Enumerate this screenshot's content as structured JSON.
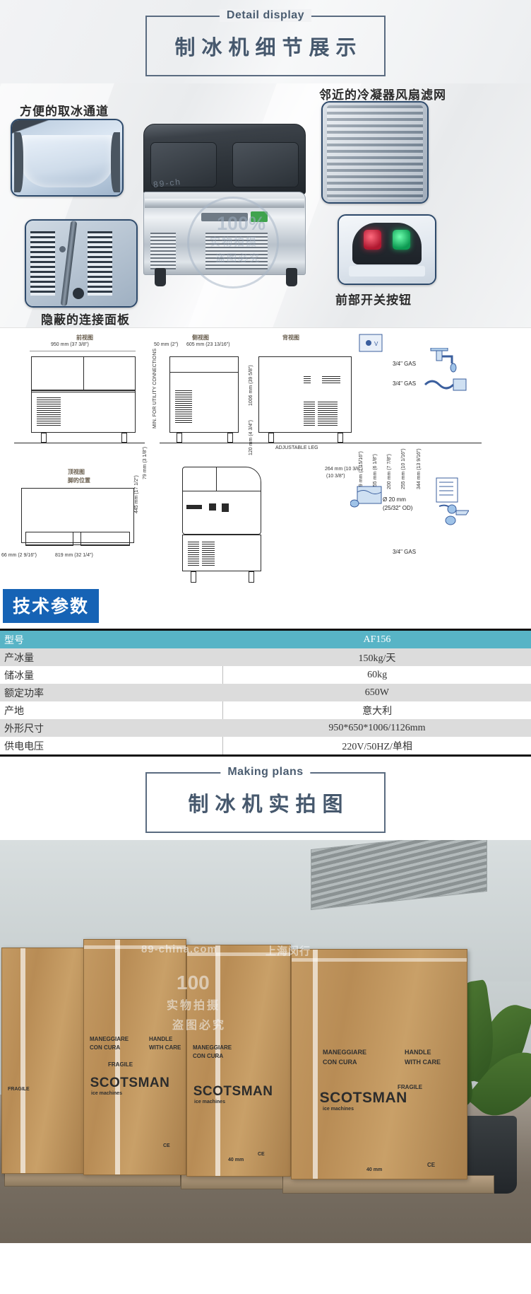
{
  "sections": {
    "detail": {
      "eng_title": "Detail display",
      "cn_title": "制冰机细节展示"
    },
    "making": {
      "eng_title": "Making plans",
      "cn_title": "制冰机实拍图"
    }
  },
  "collage": {
    "captions": {
      "ice_chute": "方便的取冰通道",
      "condenser_filter": "邻近的冷凝器风扇滤网",
      "connection_panel": "隐蔽的连接面板",
      "front_switch": "前部开关按钮"
    },
    "watermark": {
      "number": "100%",
      "line1": "实物拍摄",
      "line2": "盗图必究",
      "arc": "89-ch"
    }
  },
  "drawing": {
    "views": {
      "front": "前视图",
      "side": "侧视图",
      "rear": "背视图",
      "top": "顶视图",
      "top_sub": "脚的位置"
    },
    "dimensions": {
      "front_width": "950 mm (37 3/8\")",
      "side_top": "50 mm (2\")",
      "side_depth": "605 mm (23 13/16\")",
      "rear_height": "1006 mm (39 5/8\")",
      "rear_bottom": "120 mm (4 3/4\")",
      "top_height": "79 mm (3 1/8\")",
      "top_depth": "445 mm (17 1/2\")",
      "top_left": "66 mm (2 9/16\")",
      "top_width": "819 mm (32 1/4\")",
      "drain_center": "264 mm (10 3/8\")",
      "d1": "49 mm (1 15/16\")",
      "d2": "155 mm (6 1/8\")",
      "d3": "200 mm (7 7/8\")",
      "d4": "255 mm (10 1/16\")",
      "d5": "344 mm (13 9/16\")"
    },
    "labels": {
      "utility": "MIN. FOR UTILITY CONNECTIONS",
      "adjustable_leg": "ADJUSTABLE LEG",
      "gas1": "3/4\" GAS",
      "gas2": "3/4\" GAS",
      "gas3": "3/4\" GAS",
      "drain_dia": "Ø 20 mm",
      "drain_od": "(25/32\" OD)",
      "volt": "V"
    }
  },
  "spec": {
    "tag": "技术参数",
    "rows": [
      {
        "key": "型号",
        "value": "AF156"
      },
      {
        "key": "产冰量",
        "value": "150kg/天"
      },
      {
        "key": "储冰量",
        "value": "60kg"
      },
      {
        "key": "额定功率",
        "value": "650W"
      },
      {
        "key": "产地",
        "value": "意大利"
      },
      {
        "key": "外形尺寸",
        "value": "950*650*1006/1126mm"
      },
      {
        "key": "供电电压",
        "value": "220V/50HZ/单相"
      }
    ]
  },
  "photo": {
    "carton_texts": {
      "brand": "SCOTSMAN",
      "sub": "ice machines",
      "handle": "HANDLE",
      "handle2": "WITH CARE",
      "maneggiare": "MANEGGIARE",
      "con_cura": "CON CURA",
      "fragile": "FRAGILE",
      "ce": "CE",
      "size": "40 mm"
    },
    "watermark": {
      "site": "89-china.com",
      "shop": "上海闵行",
      "number": "100",
      "line1": "实物拍摄",
      "line2": "盗图必究"
    }
  },
  "colors": {
    "frame_blue": "#5a6b80",
    "title_blue": "#46586d",
    "tag_blue": "#1663b5",
    "table_head": "#58b4c6",
    "table_alt": "#dcdcdc",
    "thumb_border": "#2e4a6b"
  }
}
